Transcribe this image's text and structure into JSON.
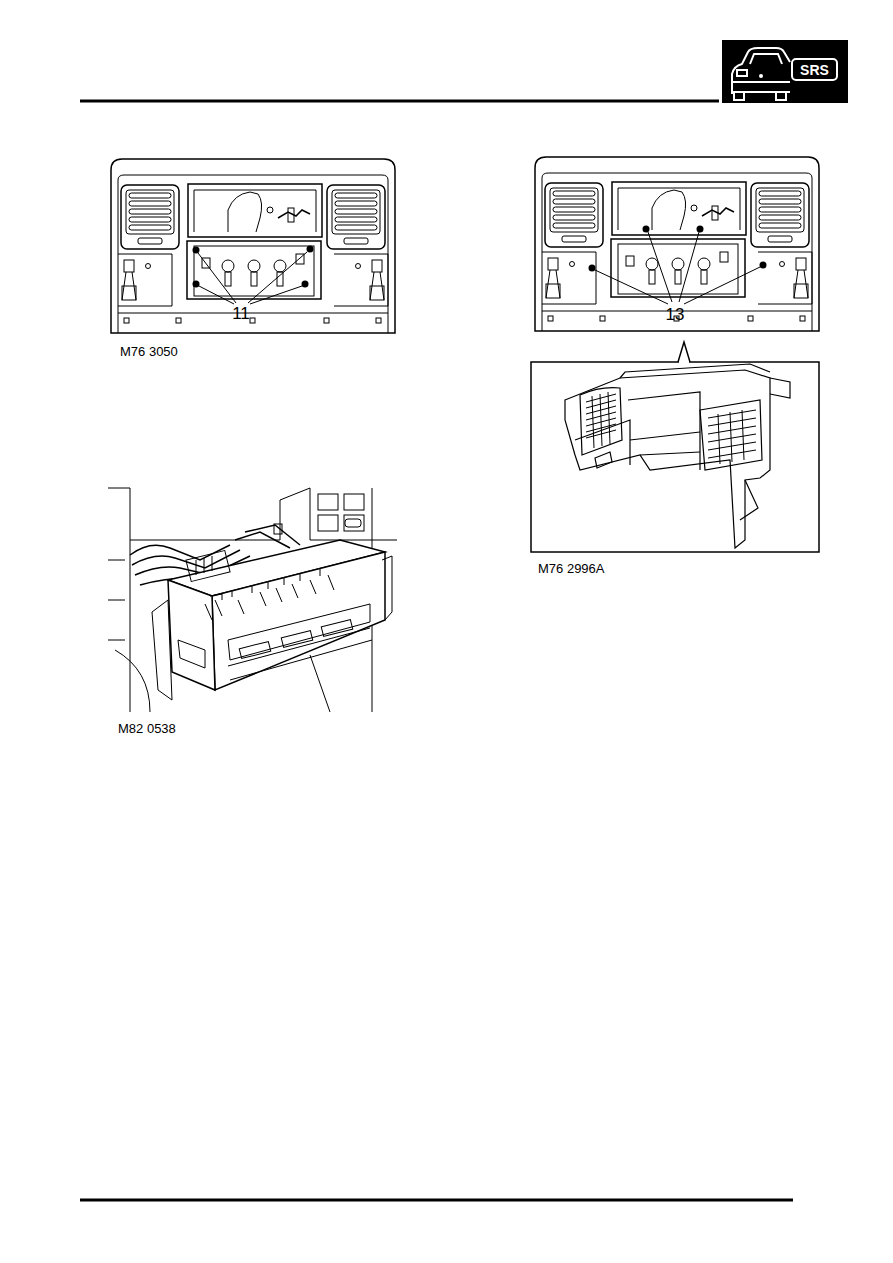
{
  "diagram": {
    "nodes": [
      {
        "text": [
          "SRS"
        ]
      }
    ],
    "labels": [
      "11",
      "M76 3050",
      "M82 0538",
      "13",
      "M76 2996A"
    ]
  }
}
